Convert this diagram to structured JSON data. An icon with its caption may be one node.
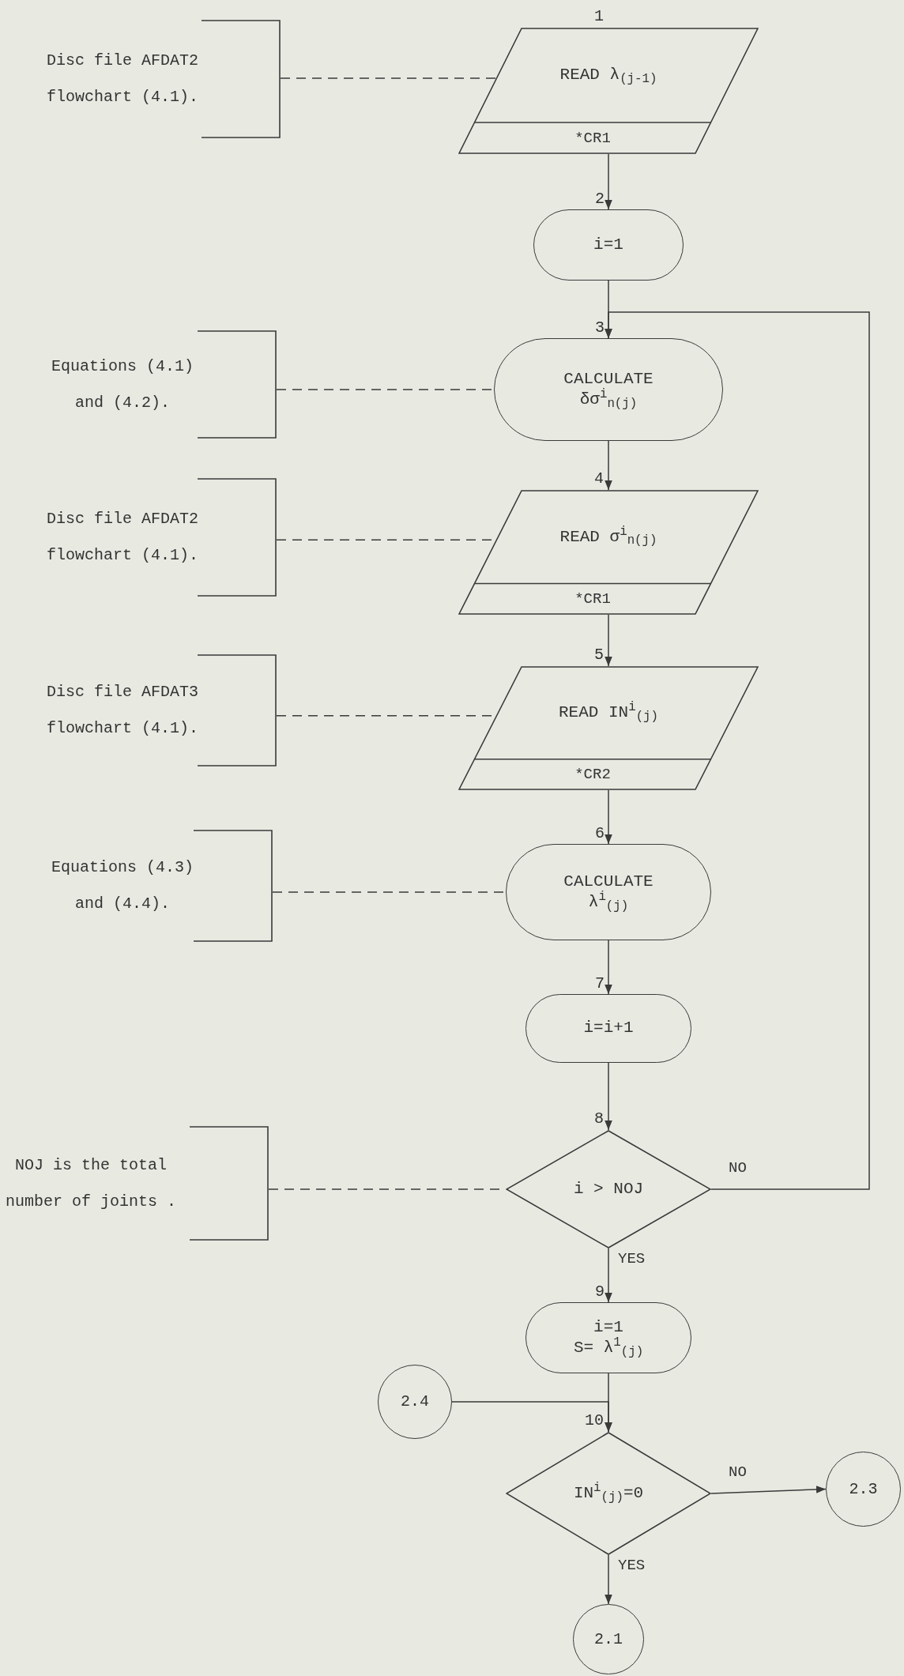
{
  "diagram": {
    "nodes": [
      {
        "text": [
          "Disc file AFDAT2 flowchart (4.1)."
        ]
      },
      {
        "text": [
          "READ λ$_{(j-1)}$",
          "*CR1"
        ],
        "beside": [
          "1"
        ]
      },
      {
        "text": [
          "i=1"
        ],
        "beside": [
          "2"
        ]
      },
      {
        "text": [
          "Equations (4.1) and (4.2)."
        ]
      },
      {
        "text": [
          "CALCULATE",
          "δσ$^{i}$$_{n(j)}$"
        ],
        "beside": [
          "3"
        ]
      },
      {
        "text": [
          "Disc file AFDAT2 flowchart (4.1)."
        ]
      },
      {
        "text": [
          "READ σ$^{i}$$_{n(j)}$",
          "*CR1"
        ],
        "beside": [
          "4"
        ]
      },
      {
        "text": [
          "Disc file AFDAT3 flowchart (4.1)."
        ]
      },
      {
        "text": [
          "READ IN$^{i}$$_{(j)}$",
          "*CR2"
        ],
        "beside": [
          "5"
        ]
      },
      {
        "text": [
          "Equations (4.3) and (4.4)."
        ]
      },
      {
        "text": [
          "CALCULATE",
          "λ$^{i}$$_{(j)}$"
        ],
        "beside": [
          "6"
        ]
      },
      {
        "text": [
          "i=i+1"
        ],
        "beside": [
          "7"
        ]
      },
      {
        "text": [
          "NOJ is the total number of joints ."
        ]
      },
      {
        "text": [
          "i > NOJ"
        ],
        "beside": [
          "8"
        ]
      },
      {
        "text": [
          "i=1",
          "S= λ$^{1}$$_{(j)}$"
        ],
        "beside": [
          "9"
        ]
      },
      {
        "text": [
          "2.4"
        ]
      },
      {
        "text": [
          "IN$^{i}$$_{(j)}$=0"
        ],
        "beside": [
          "10"
        ]
      },
      {
        "text": [
          "2.3"
        ]
      },
      {
        "text": [
          "2.1"
        ]
      }
    ],
    "edges": [
      {
        "from": 0,
        "to": 1,
        "arrow": "none",
        "style": "dashed"
      },
      {
        "from": 1,
        "to": 2,
        "arrow": "to"
      },
      {
        "from": 2,
        "to": 4,
        "arrow": "to"
      },
      {
        "from": 3,
        "to": 4,
        "arrow": "none",
        "style": "dashed"
      },
      {
        "from": 4,
        "to": 6,
        "arrow": "to"
      },
      {
        "from": 5,
        "to": 6,
        "arrow": "none",
        "style": "dashed"
      },
      {
        "from": 6,
        "to": 8,
        "arrow": "to"
      },
      {
        "from": 7,
        "to": 8,
        "arrow": "none",
        "style": "dashed"
      },
      {
        "from": 8,
        "to": 10,
        "arrow": "to"
      },
      {
        "from": 9,
        "to": 10,
        "arrow": "none",
        "style": "dashed"
      },
      {
        "from": 10,
        "to": 11,
        "arrow": "to"
      },
      {
        "from": 11,
        "to": 13,
        "arrow": "to"
      },
      {
        "from": 12,
        "to": 13,
        "arrow": "none",
        "style": "dashed"
      },
      {
        "from": 13,
        "to": 4,
        "arrow": "to",
        "label": "NO"
      },
      {
        "from": 13,
        "to": 14,
        "arrow": "to",
        "label": "YES"
      },
      {
        "from": 14,
        "to": 16,
        "arrow": "to"
      },
      {
        "from": 15,
        "to": 16,
        "arrow": "to"
      },
      {
        "from": 16,
        "to": 17,
        "arrow": "to",
        "label": "NO"
      },
      {
        "from": 16,
        "to": 18,
        "arrow": "to",
        "label": "YES"
      }
    ]
  }
}
